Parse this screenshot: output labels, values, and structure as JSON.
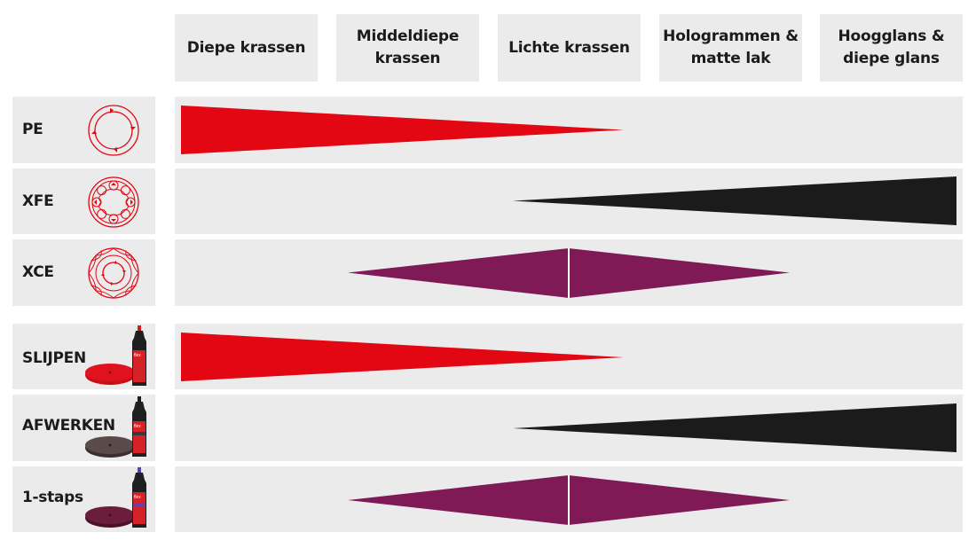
{
  "columns": [
    {
      "label": "Diepe krassen"
    },
    {
      "label": "Middeldiepe krassen"
    },
    {
      "label": "Lichte krassen"
    },
    {
      "label": "Hologrammen & matte lak"
    },
    {
      "label": "Hoogglans & diepe glans"
    }
  ],
  "machine_modes": [
    {
      "label": "PE",
      "icon": "pe-rotation-icon",
      "shape": "wedge-left",
      "color": "#e30613"
    },
    {
      "label": "XFE",
      "icon": "xfe-rotation-icon",
      "shape": "wedge-right",
      "color": "#1b1b1b"
    },
    {
      "label": "XCE",
      "icon": "xce-rotation-icon",
      "shape": "diamond-center",
      "color": "#7f1a57"
    }
  ],
  "products": [
    {
      "label": "SLIJPEN",
      "pad_color": "#e0121f",
      "cap_color": "#d11a22",
      "shape": "wedge-left",
      "color": "#e30613"
    },
    {
      "label": "AFWERKEN",
      "pad_color": "#4a3a3a",
      "cap_color": "#1c1c1c",
      "shape": "wedge-right",
      "color": "#1b1b1b"
    },
    {
      "label": "1-staps",
      "pad_color": "#5e1a33",
      "cap_color": "#5a3fb0",
      "shape": "diamond-center",
      "color": "#7f1a57"
    }
  ],
  "colors": {
    "cell_bg": "#ebebeb",
    "accent_red": "#e30613",
    "black": "#1b1b1b",
    "purple": "#7f1a57"
  }
}
